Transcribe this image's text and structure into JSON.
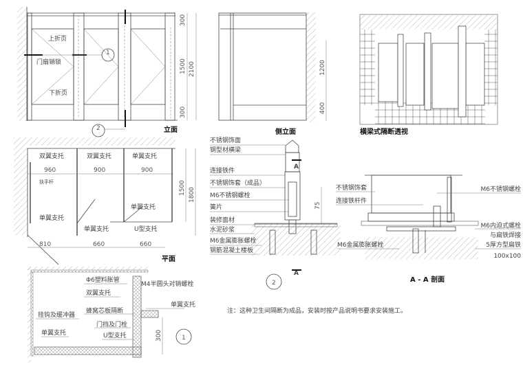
{
  "elevation": {
    "title": "立面",
    "labels": {
      "upper_hinge": "上折页",
      "lock": "门扇销锁",
      "lower_hinge": "下折页"
    },
    "dims": {
      "top": "300",
      "mid": "1500",
      "bottom": "300",
      "total": "2100"
    },
    "markers": {
      "m1_top": "1",
      "m2_top": "2"
    }
  },
  "side_elevation": {
    "title": "侧立面",
    "dims": {
      "upper": "1200",
      "lower": "400"
    }
  },
  "perspective": {
    "title": "横梁式隔断透视"
  },
  "plan": {
    "title": "平面",
    "labels": {
      "double_left": "双翼支托",
      "double_mid": "双翼支托",
      "single_right": "单翼支托",
      "handrail": "扶手杆",
      "single_left": "单翼支托",
      "single_inner": "单翼支托",
      "single_mid": "单翼支托",
      "u_support": "U型支托"
    },
    "dims": {
      "top": [
        "960",
        "900",
        "900"
      ],
      "bottom": [
        "810",
        "660",
        "660"
      ],
      "v1": "1500",
      "v2": "1800"
    }
  },
  "section2": {
    "marker": "2",
    "cut": "A",
    "labels": [
      "不锈钢饰面",
      "钢型材横梁",
      "连接铁件",
      "不锈钢饰套（成品）",
      "M6不锈钢螺栓",
      "簧片",
      "装修面材",
      "水泥砂浆",
      "M6金属膨胀螺栓",
      "钢筋混凝土楼板"
    ],
    "dim": "75"
  },
  "section_aa": {
    "title": "A - A 剖面",
    "labels": {
      "sleeve": "不锈钢饰套",
      "rod": "连接铁杆件",
      "bolt": "M6不锈钢螺栓",
      "inner_bolt": "M6内迫式螺栓",
      "weld": "与扁铁焊接",
      "anchor": "M6金属膨胀螺栓",
      "flat_iron": "5厚方型扁铁",
      "size": "100x100"
    }
  },
  "note": "注：这种卫生间隔断为成品，安装时按产品说明书要求安装施工。",
  "detail1": {
    "marker": "1",
    "labels": {
      "plastic_plug": "Φ6塑料胀管",
      "m4_bolt": "M4半圆头对销螺栓",
      "double": "双翼支托",
      "single_r": "单翼支托",
      "honeycomb": "蜂窝芯板隔断",
      "hook": "挂钩及缓冲器",
      "door_stop": "门挡及门栓",
      "single_l": "单翼支托",
      "u": "U型支托"
    },
    "dim": "300"
  }
}
